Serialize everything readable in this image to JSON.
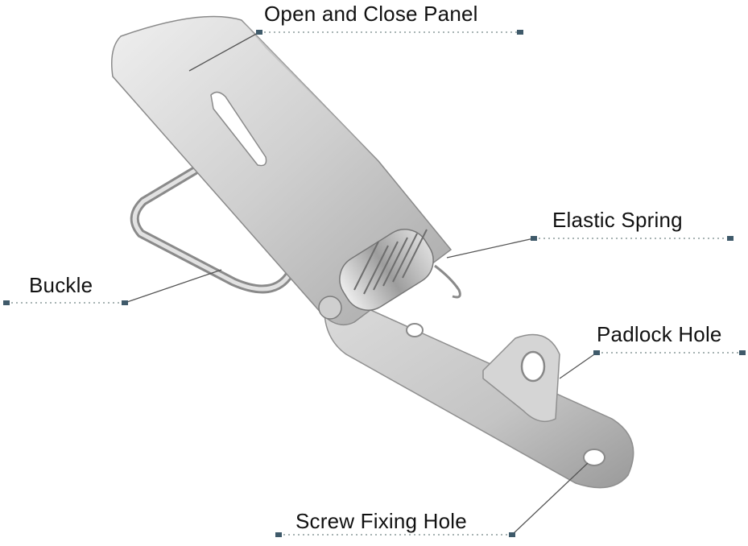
{
  "labels": {
    "open_close_panel": "Open and Close Panel",
    "elastic_spring": "Elastic Spring",
    "buckle": "Buckle",
    "padlock_hole": "Padlock Hole",
    "screw_fixing_hole": "Screw Fixing Hole"
  },
  "colors": {
    "text": "#111111",
    "leader_line": "#555555",
    "dotted_line": "#8a9a9a",
    "marker": "#3f5a6a",
    "metal_light": "#e6e6e6",
    "metal_mid": "#b9b9b9",
    "metal_dark": "#7c7c7c"
  }
}
